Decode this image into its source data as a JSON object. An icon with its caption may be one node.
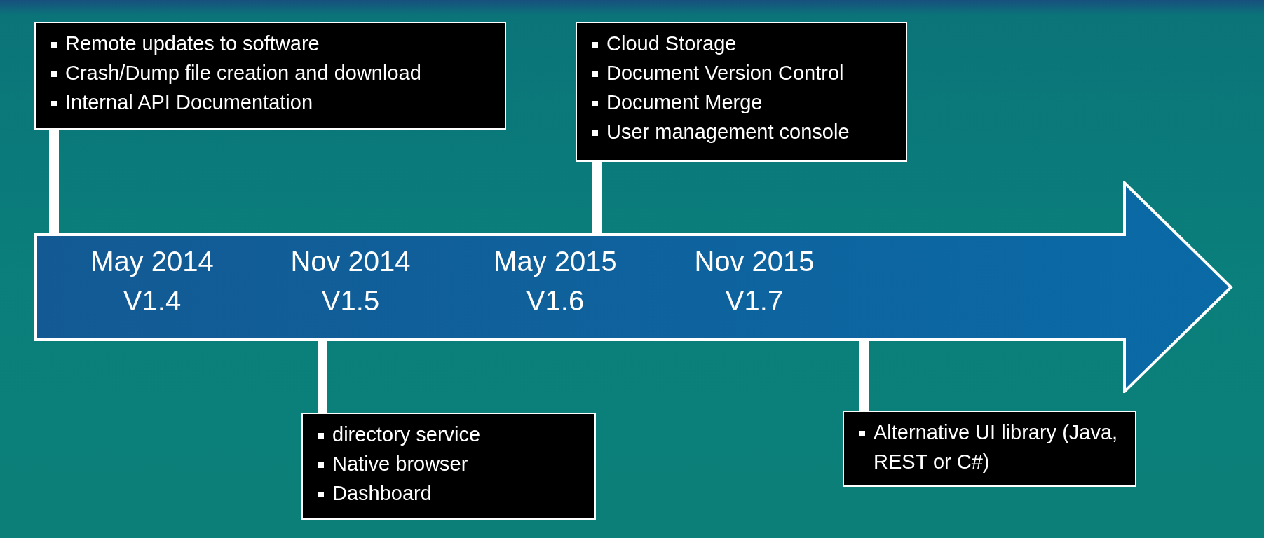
{
  "diagram": {
    "nodes": [
      {
        "text": [
          "Remote updates to software",
          "Crash/Dump file creation and download",
          "Internal API Documentation"
        ]
      },
      {
        "text": [
          "Cloud Storage",
          "Document Version Control",
          "Document Merge",
          "User management console"
        ]
      },
      {
        "text": [],
        "shape": "arrow"
      },
      {
        "text": [
          "May 2014",
          "V1.4"
        ],
        "in": 2
      },
      {
        "text": [
          "Nov 2014",
          "V1.5"
        ],
        "in": 2
      },
      {
        "text": [
          "May 2015",
          "V1.6"
        ],
        "in": 2
      },
      {
        "text": [
          "Nov 2015",
          "V1.7"
        ],
        "in": 2
      },
      {
        "text": [
          "directory service",
          "Native browser",
          "Dashboard"
        ]
      },
      {
        "text": [
          "Alternative UI library (Java, REST or C#)"
        ]
      }
    ],
    "edges": [
      {
        "from": 0,
        "to": 2,
        "arrow": "none"
      },
      {
        "from": 1,
        "to": 2,
        "arrow": "none"
      },
      {
        "from": 7,
        "to": 2,
        "arrow": "none"
      },
      {
        "from": 8,
        "to": 2,
        "arrow": "none"
      }
    ]
  }
}
